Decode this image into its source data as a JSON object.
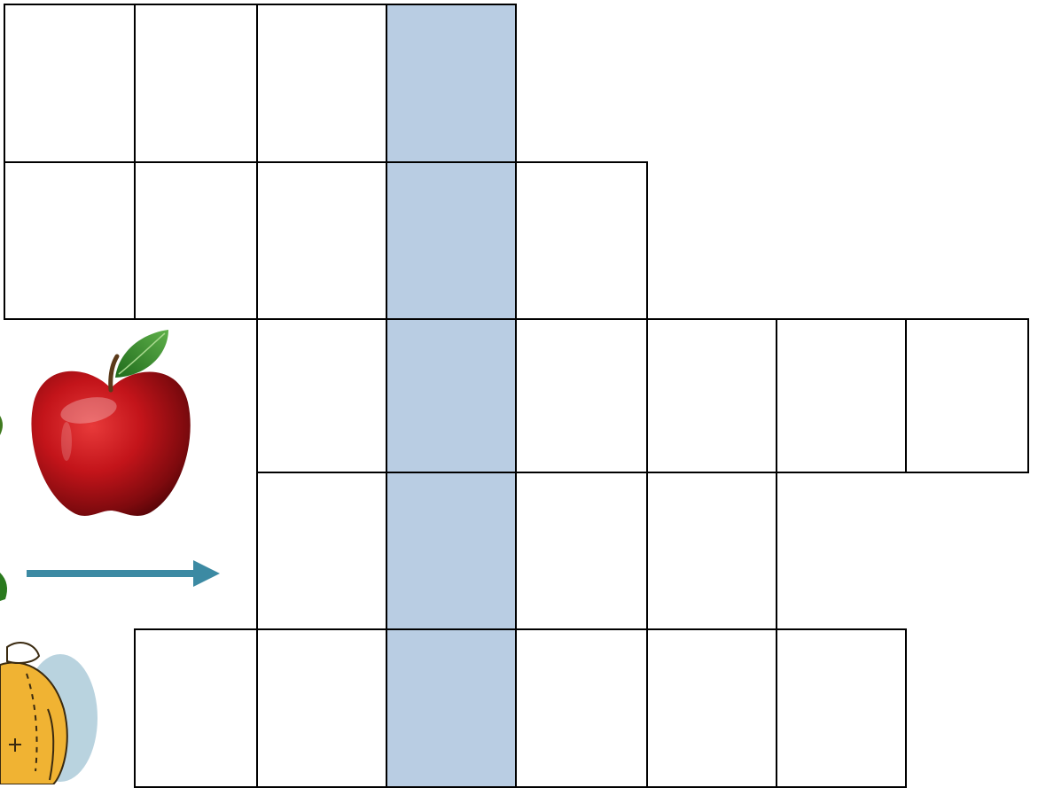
{
  "puzzle": {
    "type": "crossword-style letter grid",
    "highlight_color": "#b9cde3",
    "grid_line_color": "#000000",
    "rows": [
      {
        "answer_cells": 4,
        "key_index": 3
      },
      {
        "answer_cells": 5,
        "key_index": 3
      },
      {
        "answer_cells": 6,
        "key_index": 1
      },
      {
        "answer_cells": 4,
        "key_index": 1
      },
      {
        "answer_cells": 6,
        "key_index": 2
      }
    ],
    "clue_images": [
      {
        "name": "apple-icon",
        "row": 3
      },
      {
        "name": "arrow-right-icon",
        "row": 4
      },
      {
        "name": "sack-icon",
        "row": 5
      }
    ]
  }
}
